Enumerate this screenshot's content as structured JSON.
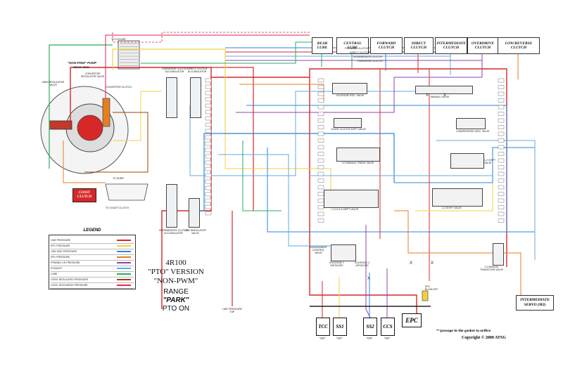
{
  "header_boxes": [
    {
      "id": "rear-lube",
      "label": "REAR\nLUBE"
    },
    {
      "id": "central-lube",
      "label": "CENTRAL\nLUBE"
    },
    {
      "id": "forward-clutch",
      "label": "FORWARD\nCLUTCH"
    },
    {
      "id": "direct-clutch",
      "label": "DIRECT\nCLUTCH"
    },
    {
      "id": "intermediate-clutch",
      "label": "INTERMEDIATE\nCLUTCH"
    },
    {
      "id": "overdrive-clutch",
      "label": "OVERDRIVE\nCLUTCH"
    },
    {
      "id": "low-reverse-clutch",
      "label": "LOW/REVERSE\nCLUTCH"
    }
  ],
  "line_labels": {
    "forward": "FORWARD CLUTCH",
    "direct": "DIRECT CLUTCH",
    "intermediate": "INTERMEDIATE CLUTCH",
    "overdrive": "OVERDRIVE CLUTCH"
  },
  "pump": {
    "title": "\"NON-PWM\" PUMP",
    "subtitle": "REAR VIEW",
    "converter_reg": "CONVERTER\nREGULATOR VALVE",
    "converter_clutch": "CONVERTER CLUTCH",
    "main_reg": "MAIN REGULATOR\nVALVE",
    "to_cooler": "TO COOLER",
    "to_coast": "TO COAST CLUTCH",
    "to_sump": "TO SUMP"
  },
  "coast_clutch": "COAST\nCLUTCH",
  "accumulators": {
    "od": "OVERDRIVE CLUTCH\nACCUMULATOR",
    "direct": "DIRECT CLUTCH\nACCUMULATOR",
    "intermediate": "INTERMEDIATE CLUTCH\nACCUMULATOR",
    "line_mod": "LINE MODULATOR\nVALVE"
  },
  "valve_labels": {
    "solenoid_reg": "SOLENOID REG. VALVE",
    "coast_clutch_shift": "COAST CLUTCH SHIFT VALVE",
    "manual_valve": "MANUAL VALVE",
    "low_reverse_mod": "LOW/REVERSE MOD. VALVE",
    "manual_timing": "3-2 MANUAL TIMING VALVE",
    "shift_12": "1-2 & 3-4 SHIFT VALVE",
    "shift_23": "2-3 SHIFT VALVE",
    "shift_x": "1-2 SHIFT\nVALVE",
    "engagement": "ENGAGEMENT\nCONTROL\nVALVE",
    "transition": "1-2 MANUAL\nTRANSITION VALVE",
    "epc_blowoff": "EPC\nBLOW-OFF"
  },
  "legend": {
    "title": "LEGEND",
    "items": [
      {
        "label": "LINE PRESSURE",
        "color": "#d62828"
      },
      {
        "label": "EPC PRESSURE",
        "color": "#f4d03f"
      },
      {
        "label": "LINE MOD PRESSURE",
        "color": "#2e86de"
      },
      {
        "label": "SRV PRESSURE",
        "color": "#e67e22"
      },
      {
        "label": "PRIMING L/R PRESSURE",
        "color": "#8e44ad"
      },
      {
        "label": "EXHAUST",
        "color": "#5dade2"
      },
      {
        "label": "LUBE",
        "color": "#27ae60"
      },
      {
        "label": "CONV. REGULATED PRESSURE",
        "color": "#a04000"
      },
      {
        "label": "CONV. DISCHARGE PRESSURE",
        "color": "#e91e63"
      }
    ]
  },
  "title": {
    "model": "4R100",
    "version": "\"PTO\" VERSION",
    "pwm": "\"NON-PWM\"",
    "range_label": "RANGE",
    "range": "\"PARK\"",
    "pto": "PTO ON"
  },
  "solenoids": [
    {
      "name": "TCC",
      "state": "\"ON\""
    },
    {
      "name": "SS1",
      "state": "\"ON\""
    },
    {
      "name": "SS2",
      "state": "\"ON\""
    },
    {
      "name": "CCS",
      "state": "\"ON\""
    }
  ],
  "epc": "EPC",
  "line_pressure_tap": "LINE PRESSURE\nTAP",
  "intermediate_servo": "INTERMEDIATE\nSERVO (M2)",
  "footnote": "*=passage in the gasket to orifice",
  "copyright": "Copyright © 2000 ATSG",
  "solenoid_bleed": "SOLENOID 2\nAIR BLEED",
  "solenoid_bleed2": "SOLENOID 1\nAIR BLEED",
  "exhaust_marks": [
    "X",
    "X",
    "X",
    "X",
    "X"
  ],
  "colors": {
    "line": "#d62828",
    "epc": "#f4d03f",
    "linemod": "#2e86de",
    "srv": "#e67e22",
    "priming": "#8e44ad",
    "exhaust": "#5dade2",
    "lube": "#27ae60",
    "convreg": "#a04000",
    "convdis": "#e91e63"
  }
}
